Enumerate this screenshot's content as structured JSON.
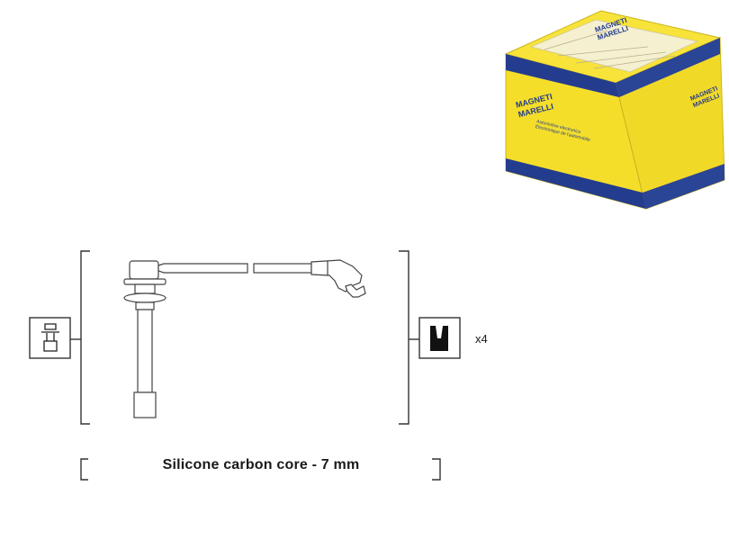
{
  "box": {
    "brand_line1": "MAGNETI",
    "brand_line2": "MARELLI",
    "tagline_line1": "Automotive electronics",
    "tagline_line2": "Électronique de l'automobile",
    "colors": {
      "yellow": "#f4de2a",
      "blue": "#243c8e"
    }
  },
  "diagram": {
    "left_connector_icon": "spark-plug-terminal-icon",
    "right_connector_icon": "coil-boot-icon",
    "quantity_label": "x4",
    "caption": "Silicone carbon core - 7 mm"
  }
}
